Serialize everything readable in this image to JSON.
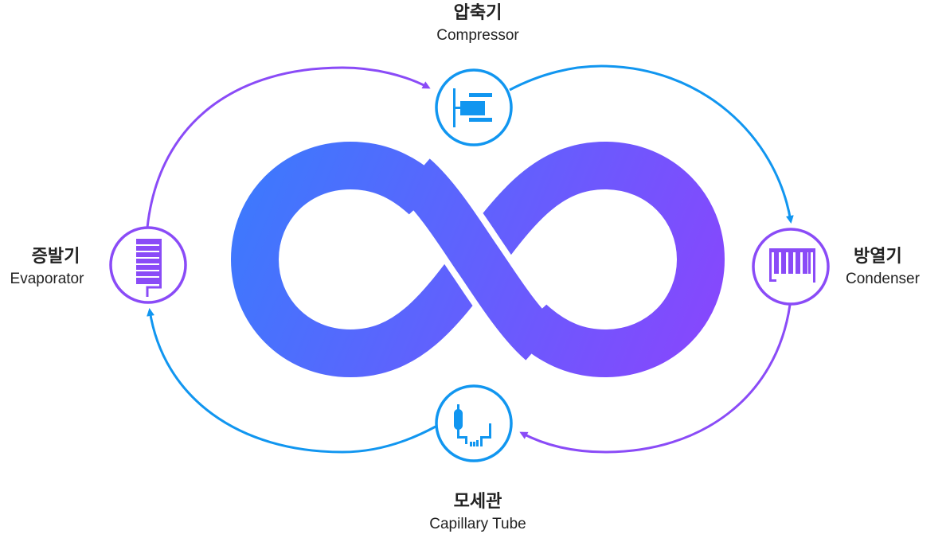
{
  "diagram": {
    "type": "refrigeration-cycle",
    "center_symbol": "infinity-icon",
    "colors": {
      "blue": "#1196F0",
      "purple": "#8A4BF7",
      "gradient_start": "#3A7BFD",
      "gradient_end": "#8A45FD"
    },
    "nodes": [
      {
        "id": "compressor",
        "label_ko": "압축기",
        "label_en": "Compressor",
        "icon": "compressor-icon",
        "color": "#1196F0",
        "position": "top"
      },
      {
        "id": "condenser",
        "label_ko": "방열기",
        "label_en": "Condenser",
        "icon": "condenser-icon",
        "color": "#8A4BF7",
        "position": "right"
      },
      {
        "id": "capillary",
        "label_ko": "모세관",
        "label_en": "Capillary Tube",
        "icon": "capillary-tube-icon",
        "color": "#1196F0",
        "position": "bottom"
      },
      {
        "id": "evaporator",
        "label_ko": "증발기",
        "label_en": "Evaporator",
        "icon": "evaporator-icon",
        "color": "#8A4BF7",
        "position": "left"
      }
    ],
    "edges": [
      {
        "from": "evaporator",
        "to": "compressor",
        "color": "#8A4BF7"
      },
      {
        "from": "compressor",
        "to": "condenser",
        "color": "#1196F0"
      },
      {
        "from": "condenser",
        "to": "capillary",
        "color": "#8A4BF7"
      },
      {
        "from": "capillary",
        "to": "evaporator",
        "color": "#1196F0"
      }
    ]
  }
}
